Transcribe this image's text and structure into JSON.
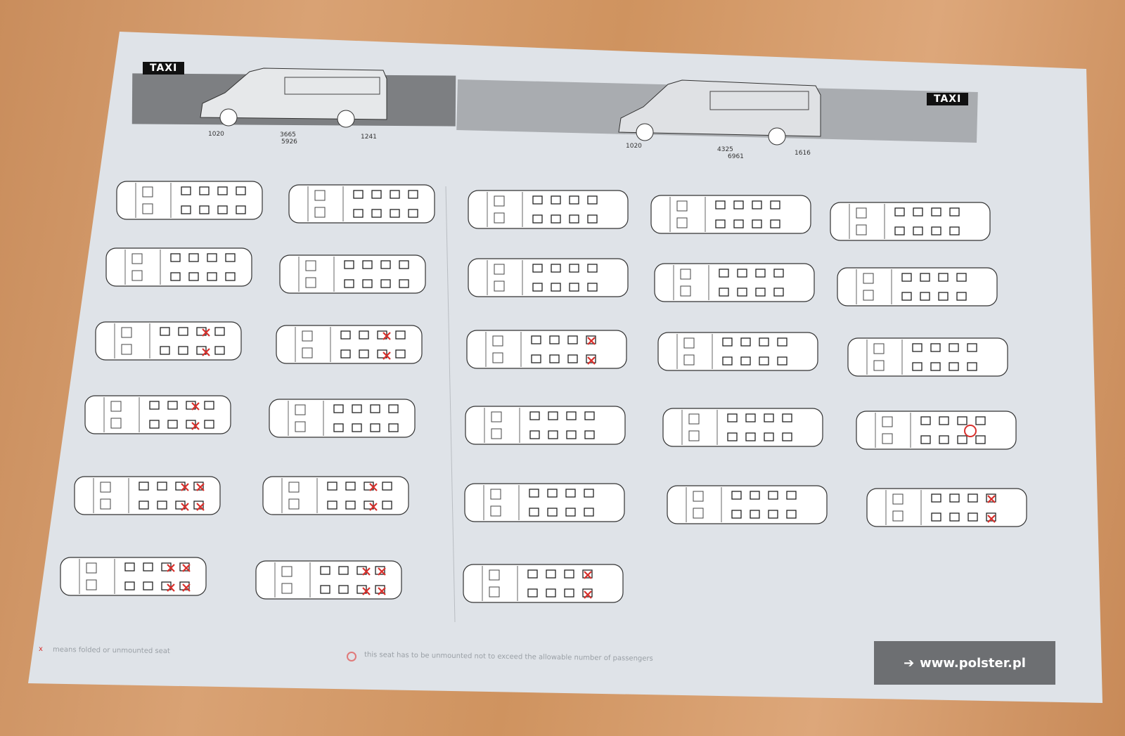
{
  "header_left": {
    "badge": "TAXI",
    "dims": {
      "front": "1020",
      "wheelbase": "3665",
      "rear": "1241",
      "total": "5926"
    }
  },
  "header_right": {
    "badge": "TAXI",
    "dims": {
      "front": "1020",
      "wheelbase": "4325",
      "rear": "1616",
      "total": "6961"
    }
  },
  "layouts_left": [
    {
      "folded": 0
    },
    {
      "folded": 0
    },
    {
      "folded": 2
    },
    {
      "folded": 2
    },
    {
      "folded": 4
    },
    {
      "folded": 4
    },
    {
      "folded": 0
    },
    {
      "folded": 0
    },
    {
      "folded": 2
    },
    {
      "folded": 0
    },
    {
      "folded": 2
    },
    {
      "folded": 4
    }
  ],
  "layouts_right": [
    {
      "folded": 0
    },
    {
      "folded": 0
    },
    {
      "folded": 0
    },
    {
      "folded": 0
    },
    {
      "folded": 0
    },
    {
      "folded": 0
    },
    {
      "folded": 2
    },
    {
      "folded": 0
    },
    {
      "folded": 0
    },
    {
      "folded": 0
    },
    {
      "folded": 0
    },
    {
      "folded": 0,
      "circled": 1
    },
    {
      "folded": 0
    },
    {
      "folded": 0
    },
    {
      "folded": 2
    },
    {
      "folded": 2
    }
  ],
  "legend": {
    "x_mark": "x",
    "x_text": "means folded or unmounted seat",
    "circle_text": "this seat has to be unmounted not to exceed the allowable number of passengers"
  },
  "footer": {
    "arrow": "➔",
    "url": "www.polster.pl"
  },
  "colors": {
    "accent_red": "#d8302c",
    "band_dark": "#7d7f82",
    "band_light": "#a9acb0"
  }
}
